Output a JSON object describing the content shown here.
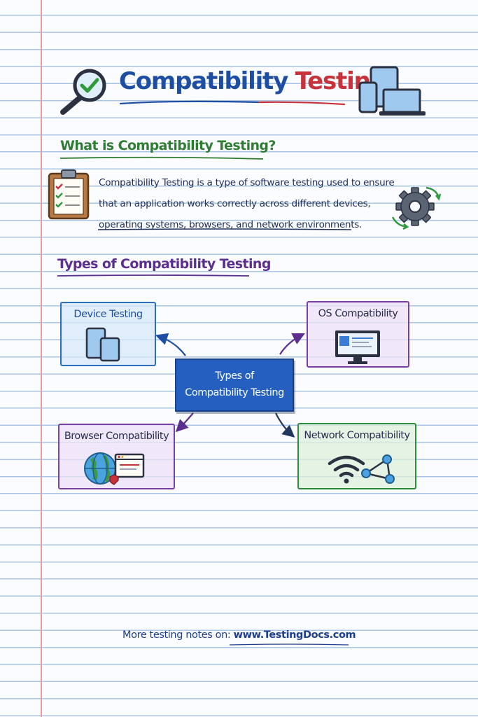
{
  "title": {
    "word1": "Compatibility",
    "word2": "Testing"
  },
  "what_heading": "What is Compatibility Testing?",
  "description": {
    "line1": "Compatibility Testing is a type of software testing used to ensure",
    "line2": "that an application works correctly across different devices,",
    "line3": "operating systems, browsers, and network environments."
  },
  "types_heading": "Types of Compatibility Testing",
  "center_node": {
    "line1": "Types of",
    "line2": "Compatibility Testing"
  },
  "nodes": {
    "device": "Device Testing",
    "os": "OS Compatibility",
    "browser": "Browser Compatibility",
    "network": "Network Compatibility"
  },
  "footer": {
    "prefix": "More testing notes on:",
    "url": "www.TestingDocs.com"
  },
  "colors": {
    "title_blue": "#1d4ea3",
    "title_red": "#c8323a",
    "heading_green": "#2e7d32",
    "heading_purple": "#5c2e8f",
    "center_blue": "#2560c0"
  },
  "icons": [
    "magnifier-check-icon",
    "devices-icon",
    "clipboard-checklist-icon",
    "gear-icon",
    "tablet-phone-icon",
    "monitor-icon",
    "globe-browser-icon",
    "wifi-network-icon"
  ]
}
